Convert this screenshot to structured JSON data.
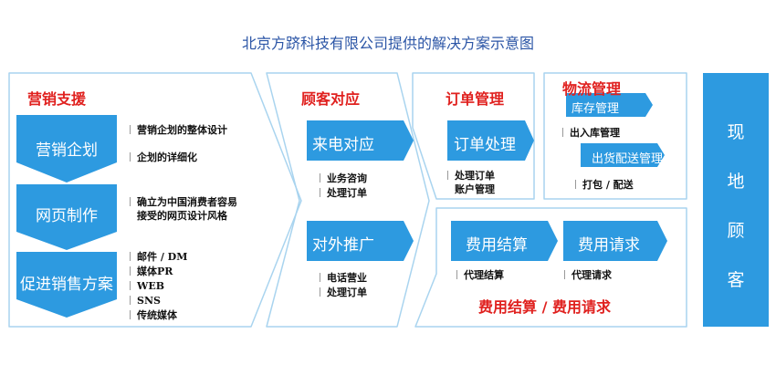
{
  "title": "北京方跻科技有限公司提供的解决方案示意图",
  "colors": {
    "blue": "#2d9ae0",
    "border": "#a9d4ef",
    "red": "#e0211f",
    "title": "#2b55a6"
  },
  "marketing": {
    "heading": "营销支援",
    "planning": {
      "label": "营销企划",
      "items": [
        "营销企划的整体设计",
        "企划的详细化"
      ]
    },
    "web": {
      "label": "网页制作",
      "items": [
        "确立为中国消费者容易",
        "接受的网页设计风格"
      ]
    },
    "promo": {
      "label": "促进销售方案",
      "items": [
        "邮件 / DM",
        "媒体PR",
        "WEB",
        "SNS",
        "传统媒体"
      ]
    }
  },
  "customer": {
    "heading": "顾客对应",
    "call": {
      "label": "来电对应",
      "items": [
        "业务咨询",
        "处理订单"
      ]
    },
    "outreach": {
      "label": "对外推广",
      "items": [
        "电话营业",
        "处理订单"
      ]
    }
  },
  "order": {
    "heading": "订单管理",
    "process": {
      "label": "订单处理",
      "items": [
        "处理订单",
        "账户管理"
      ]
    }
  },
  "logistics": {
    "heading": "物流管理",
    "inventory": {
      "label": "库存管理"
    },
    "inbound": "出入库管理",
    "shipping": {
      "label": "出货配送管理"
    },
    "packing": "打包 / 配送"
  },
  "billing": {
    "settle": {
      "label": "费用结算",
      "item": "代理结算"
    },
    "request": {
      "label": "费用请求",
      "item": "代理请求"
    },
    "caption": "费用结算 / 费用请求"
  },
  "end": {
    "chars": [
      "现",
      "地",
      "顾",
      "客"
    ]
  }
}
